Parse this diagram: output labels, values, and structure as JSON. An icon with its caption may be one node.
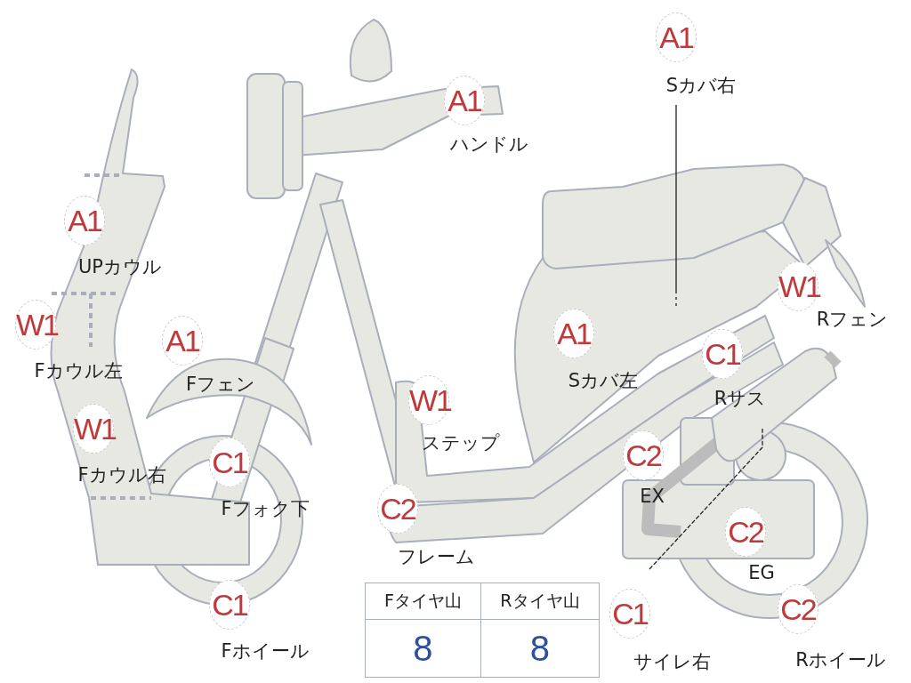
{
  "diagram": {
    "nodes": [
      {
        "text": [
          "A1"
        ],
        "beside": [
          "Sカバ右"
        ]
      },
      {
        "text": [
          "A1"
        ],
        "beside": [
          "ハンドル"
        ]
      },
      {
        "text": [
          "A1"
        ],
        "beside": [
          "UPカウル"
        ]
      },
      {
        "text": [
          "W1"
        ],
        "beside": [
          "Rフェン"
        ]
      },
      {
        "text": [
          "W1"
        ],
        "beside": [
          "Fカウル左"
        ]
      },
      {
        "text": [
          "A1"
        ],
        "beside": [
          "Sカバ左"
        ]
      },
      {
        "text": [
          "A1"
        ],
        "beside": [
          "Fフェン"
        ]
      },
      {
        "text": [
          "C1"
        ],
        "beside": [
          "Rサス"
        ]
      },
      {
        "text": [
          "W1"
        ],
        "beside": [
          "ステップ"
        ]
      },
      {
        "text": [
          "W1"
        ],
        "beside": [
          "Fカウル右"
        ]
      },
      {
        "text": [
          "C2"
        ],
        "beside": [
          "EX"
        ]
      },
      {
        "text": [
          "C1"
        ],
        "beside": [
          "Fフォク下"
        ]
      },
      {
        "text": [
          "C2"
        ],
        "beside": [
          "フレーム"
        ]
      },
      {
        "text": [
          "C2"
        ],
        "beside": [
          "EG"
        ]
      },
      {
        "text": [
          "C1"
        ],
        "beside": [
          "Fホイール"
        ]
      },
      {
        "text": [
          "C1"
        ],
        "beside": [
          "サイレ右"
        ]
      },
      {
        "text": [
          "C2"
        ],
        "beside": [
          "Rホイール"
        ]
      }
    ],
    "edges": [
      {
        "from": 0,
        "to": null,
        "arrow": "none"
      },
      {
        "from": 15,
        "to": null,
        "arrow": "none"
      }
    ],
    "labels": [
      "Fタイヤ山",
      "Rタイヤ山",
      "8",
      "8"
    ]
  }
}
